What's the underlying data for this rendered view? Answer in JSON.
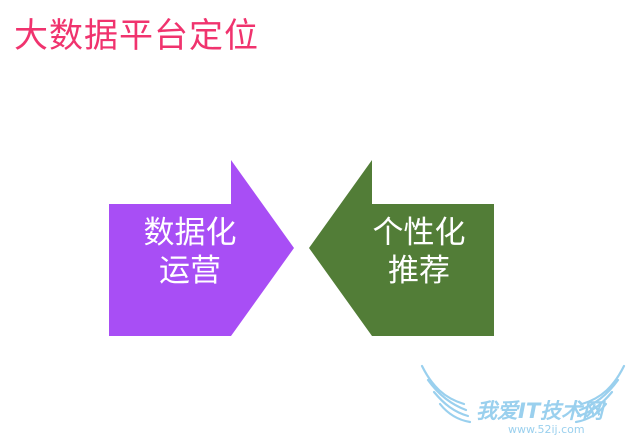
{
  "slide": {
    "title": "大数据平台定位",
    "title_color": "#f0336e"
  },
  "arrows": [
    {
      "id": "left",
      "direction": "right",
      "color": "#a84ef5",
      "line1": "数据化",
      "line2": "运营"
    },
    {
      "id": "right",
      "direction": "left",
      "color": "#527d37",
      "line1": "个性化",
      "line2": "推荐"
    }
  ],
  "watermark": {
    "text": "我爱IT技术网",
    "url": "www.52ij.com",
    "color": "#9ad0ee"
  }
}
